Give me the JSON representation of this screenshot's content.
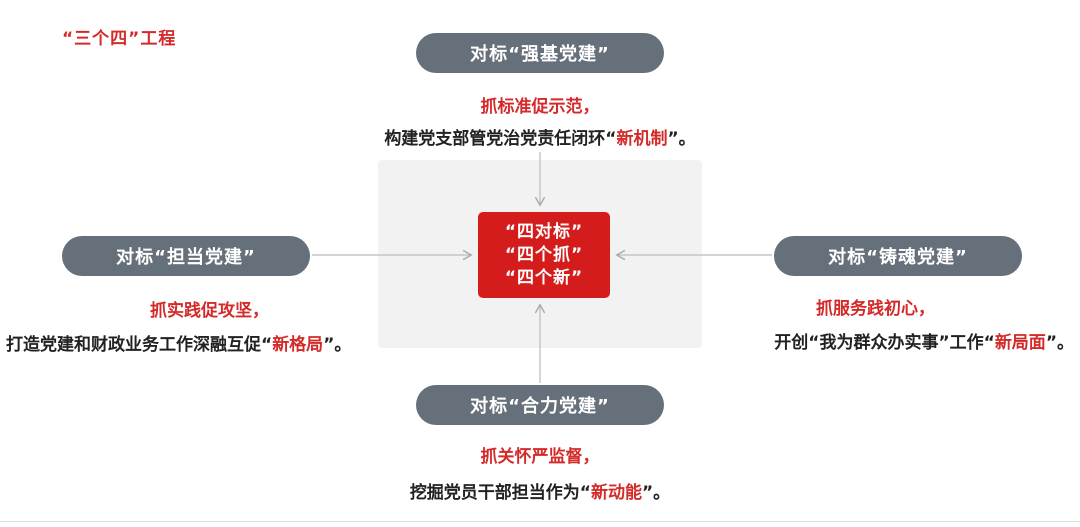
{
  "title": "“三个四”工程",
  "center": {
    "lines": [
      "“四对标”",
      "“四个抓”",
      "“四个新”"
    ]
  },
  "top": {
    "pill": "对标“强基党建”",
    "action": "抓标准促示范，",
    "desc_pre": "构建党支部管党治党责任闭环“",
    "desc_hl": "新机制",
    "desc_post": "”。"
  },
  "left": {
    "pill": "对标“担当党建”",
    "action": "抓实践促攻坚，",
    "desc_pre": "打造党建和财政业务工作深融互促“",
    "desc_hl": "新格局",
    "desc_post": "”。"
  },
  "right": {
    "pill": "对标“铸魂党建”",
    "action": "抓服务践初心，",
    "desc_pre": "开创“我为群众办实事”工作“",
    "desc_hl": "新局面",
    "desc_post": "”。"
  },
  "bottom": {
    "pill": "对标“合力党建”",
    "action": "抓关怀严监督，",
    "desc_pre": "挖掘党员干部担当作为“",
    "desc_hl": "新动能",
    "desc_post": "”。"
  },
  "colors": {
    "accent_red": "#d51c1c",
    "pill_gray": "#66707a",
    "center_bg": "#f2f2f2"
  }
}
